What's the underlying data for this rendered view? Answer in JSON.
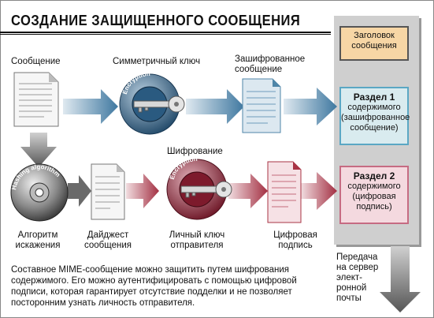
{
  "title": "СОЗДАНИЕ ЗАЩИЩЕННОГО СООБЩЕНИЯ",
  "labels": {
    "message": "Сообщение",
    "symmetric_key": "Симметричный ключ",
    "encrypted_message_1": "Зашифрованное",
    "encrypted_message_2": "сообщение",
    "encryption": "Шифрование",
    "algo_1": "Алгоритм",
    "algo_2": "искажения",
    "digest_1": "Дайджест",
    "digest_2": "сообщения",
    "private_key_1": "Личный ключ",
    "private_key_2": "отправителя",
    "signature_1": "Цифровая",
    "signature_2": "подпись",
    "send_1": "Передача",
    "send_2": "на сервер",
    "send_3": "элект-",
    "send_4": "ронной",
    "send_5": "почты"
  },
  "boxes": {
    "header_1": "Заголовок",
    "header_2": "сообщения",
    "part1_title": "Раздел 1",
    "part1_1": "содержимого",
    "part1_2": "(зашифрованное",
    "part1_3": "сообщение)",
    "part2_title": "Раздел 2",
    "part2_1": "содержимого",
    "part2_2": "(цифровая",
    "part2_3": "подпись)"
  },
  "disc_text": "Hashing algorithm",
  "lock_text": "Encryption",
  "description": "Составное MIME-сообщение можно защитить путем шифрования содержимого. Его можно аутентифицировать с помощью цифровой подписи, которая гарантирует отсутствие подделки и не позволяет посторонним узнать личность отправителя.",
  "colors": {
    "blue": "#4f86a8",
    "red": "#a83445",
    "gray": "#6a6a6a"
  }
}
